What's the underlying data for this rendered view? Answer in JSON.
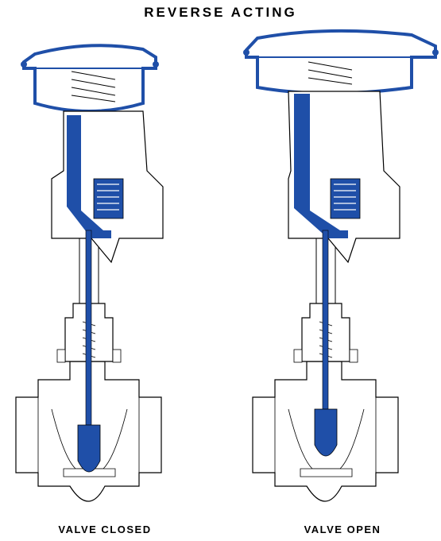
{
  "title": "REVERSE ACTING",
  "left": {
    "caption": "VALVE CLOSED"
  },
  "right": {
    "caption": "VALVE OPEN"
  },
  "colors": {
    "fluid": "#1f4fa8",
    "outline": "#000000",
    "body": "#ffffff"
  }
}
